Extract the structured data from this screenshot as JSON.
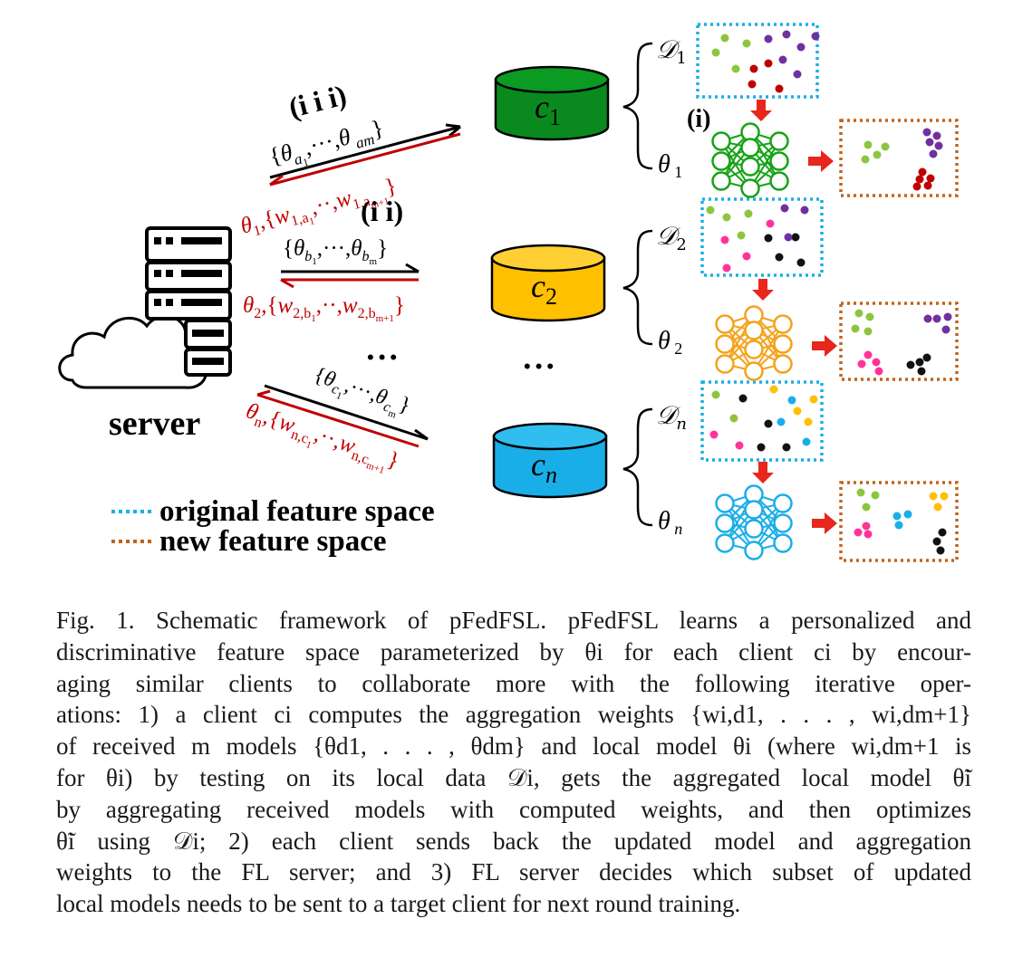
{
  "server": {
    "label": "server"
  },
  "clients": [
    {
      "label": "c",
      "sub": "1",
      "color": "#0a8a1e",
      "top_color": "#0b9a22",
      "data_label": "𝒟",
      "data_sub": "1",
      "model_label": "θ",
      "model_sub": "1",
      "net_color": "#16a316"
    },
    {
      "label": "c",
      "sub": "2",
      "color": "#ffc000",
      "top_color": "#ffcf33",
      "data_label": "𝒟",
      "data_sub": "2",
      "model_label": "θ",
      "model_sub": "2",
      "net_color": "#f5a21a"
    },
    {
      "label": "c",
      "sub": "n",
      "color": "#1aaee8",
      "top_color": "#30bdf0",
      "data_label": "𝒟",
      "data_sub": "n",
      "model_label": "θ",
      "model_sub": "n",
      "net_color": "#1aaee8"
    }
  ],
  "steps": {
    "step1": "(i)",
    "step2": "(i i)",
    "step3": "(i i i)"
  },
  "links": [
    {
      "send": "{θa1,···,θam}",
      "back": "θ1,{w1,a1,··,w1,am+1}"
    },
    {
      "send": "{θb1,···,θbm}",
      "back": "θ2,{w2,b1,··,w2,bm+1}"
    },
    {
      "send": "{θc1,···,θcm}",
      "back": "θn,{wn,c1,··,wn,cm+1}"
    }
  ],
  "ellipsis": "•••",
  "legend": {
    "original": {
      "label": "original feature space",
      "color": "#1aaee8"
    },
    "new": {
      "label": "new feature space",
      "color": "#c0631a"
    }
  },
  "colors": {
    "arrow_red": "#e8261c",
    "send_arrow": "#000000",
    "back_arrow": "#c00000",
    "dot_green": "#8cc63f",
    "dot_purple": "#7030a0",
    "dot_darkred": "#c00000",
    "dot_pink": "#ff3399",
    "dot_black": "#111111",
    "dot_blue": "#1aaee8",
    "dot_yellow": "#ffc000"
  },
  "caption": {
    "lines": [
      "Fig. 1.  Schematic framework of pFedFSL. pFedFSL learns a personalized and",
      "discriminative feature space parameterized by θi for each client ci by encour-",
      "aging similar clients to collaborate more with the following iterative oper-",
      "ations: 1) a client ci computes the aggregation weights {wi,d1, . . . , wi,dm+1}",
      "of received m models {θd1, . . . , θdm} and local model θi (where wi,dm+1 is",
      "for θi) by testing on its local data 𝒟i, gets the aggregated local model θ̃i",
      "by aggregating received models with computed weights, and then optimizes",
      "θ̃i using 𝒟i; 2) each client sends back the updated model and aggregation",
      "weights to the FL server; and 3) FL server decides which subset of updated",
      "local models needs to be sent to a target client for next round training."
    ]
  }
}
